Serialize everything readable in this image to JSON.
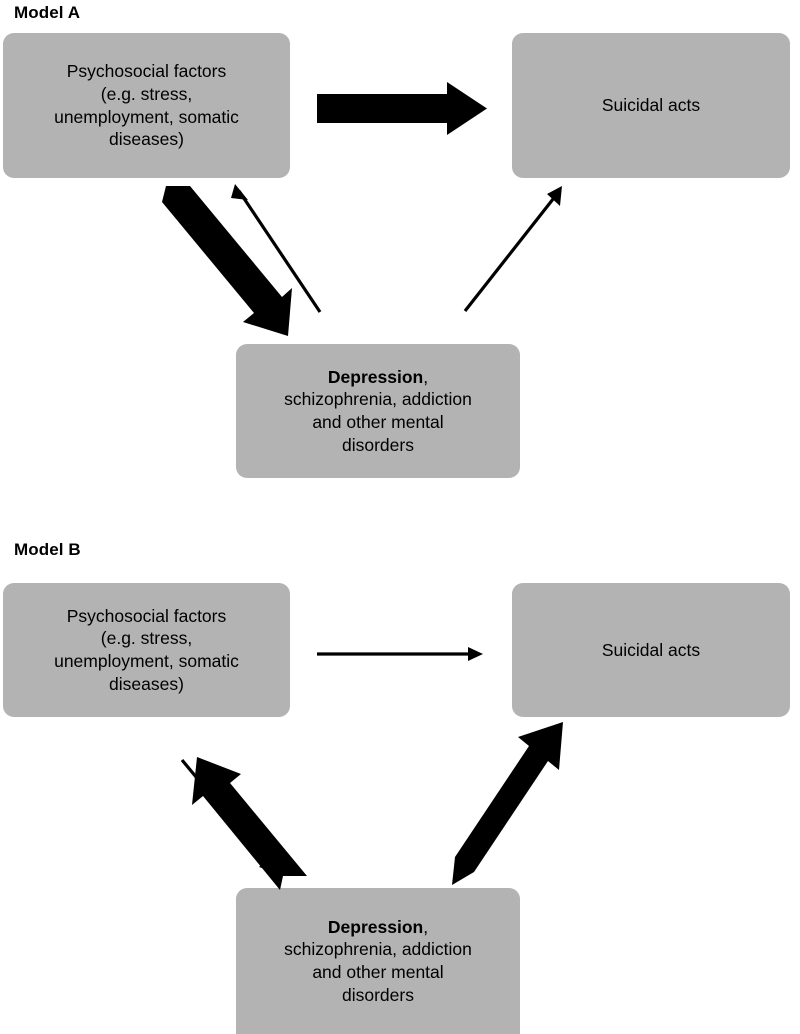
{
  "figure": {
    "type": "conceptual-diagram",
    "background_color": "#ffffff",
    "node_fill_color": "#b3b3b3",
    "arrow_color": "#000000"
  },
  "models": [
    {
      "id": "model-a",
      "title": "Model A",
      "nodes": {
        "psychosocial": {
          "label": "Psychosocial factors\n(e.g. stress,\nunemployment, somatic\ndiseases)"
        },
        "suicidal": {
          "label": "Suicidal acts"
        },
        "depression": {
          "label_bold": "Depression",
          "label_rest": ",\nschizophrenia, addiction\nand other mental\ndisorders"
        }
      },
      "arrows": [
        {
          "name": "psychosocial-to-suicidal",
          "from": "Psychosocial factors",
          "to": "Suicidal acts",
          "weight": "thick",
          "direction": "right"
        },
        {
          "name": "psychosocial-to-depression",
          "from": "Psychosocial factors",
          "to": "Depression",
          "weight": "thick",
          "direction": "down-right"
        },
        {
          "name": "depression-to-psychosocial",
          "from": "Depression",
          "to": "Psychosocial factors",
          "weight": "thin",
          "direction": "up-left"
        },
        {
          "name": "depression-to-suicidal",
          "from": "Depression",
          "to": "Suicidal acts",
          "weight": "thin",
          "direction": "up-right"
        }
      ]
    },
    {
      "id": "model-b",
      "title": "Model B",
      "nodes": {
        "psychosocial": {
          "label": "Psychosocial factors\n(e.g. stress,\nunemployment, somatic\ndiseases)"
        },
        "suicidal": {
          "label": "Suicidal acts"
        },
        "depression": {
          "label_bold": "Depression",
          "label_rest": ",\nschizophrenia, addiction\nand other mental\ndisorders"
        }
      },
      "arrows": [
        {
          "name": "psychosocial-to-suicidal",
          "from": "Psychosocial factors",
          "to": "Suicidal acts",
          "weight": "thin",
          "direction": "right"
        },
        {
          "name": "psychosocial-to-depression",
          "from": "Psychosocial factors",
          "to": "Depression",
          "weight": "thin",
          "direction": "down-right"
        },
        {
          "name": "depression-to-psychosocial",
          "from": "Depression",
          "to": "Psychosocial factors",
          "weight": "thick",
          "direction": "up-left"
        },
        {
          "name": "depression-to-suicidal",
          "from": "Depression",
          "to": "Suicidal acts",
          "weight": "thick",
          "direction": "up-right"
        }
      ]
    }
  ]
}
